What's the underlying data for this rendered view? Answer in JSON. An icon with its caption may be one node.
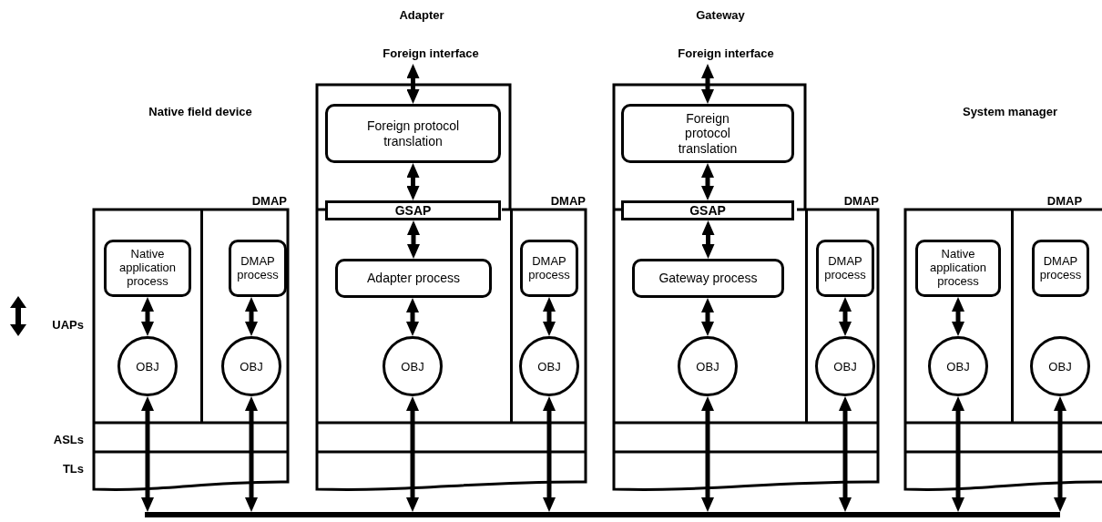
{
  "diagram": {
    "nodes": [
      {
        "text": [
          "Native field device"
        ]
      },
      {
        "text": [
          "Native application process"
        ],
        "in": 0
      },
      {
        "text": [
          "OBJ"
        ],
        "in": 0
      },
      {
        "text": [
          "DMAP"
        ],
        "in": 0
      },
      {
        "text": [
          "DMAP process"
        ],
        "in": 3
      },
      {
        "text": [
          "OBJ"
        ],
        "in": 3
      },
      {
        "text": [
          "Adapter"
        ]
      },
      {
        "text": [
          "Foreign interface"
        ],
        "in": 6
      },
      {
        "text": [
          "Foreign protocol translation"
        ],
        "in": 6
      },
      {
        "text": [
          "GSAP"
        ],
        "in": 6
      },
      {
        "text": [
          "Adapter process"
        ],
        "in": 6
      },
      {
        "text": [
          "OBJ"
        ],
        "in": 6
      },
      {
        "text": [
          "DMAP"
        ],
        "in": 6
      },
      {
        "text": [
          "DMAP process"
        ],
        "in": 12
      },
      {
        "text": [
          "OBJ"
        ],
        "in": 12
      },
      {
        "text": [
          "Gateway"
        ]
      },
      {
        "text": [
          "Foreign interface"
        ],
        "in": 15
      },
      {
        "text": [
          "Foreign protocol translation"
        ],
        "in": 15
      },
      {
        "text": [
          "GSAP"
        ],
        "in": 15
      },
      {
        "text": [
          "Gateway process"
        ],
        "in": 15
      },
      {
        "text": [
          "OBJ"
        ],
        "in": 15
      },
      {
        "text": [
          "DMAP"
        ],
        "in": 15
      },
      {
        "text": [
          "DMAP process"
        ],
        "in": 21
      },
      {
        "text": [
          "OBJ"
        ],
        "in": 21
      },
      {
        "text": [
          "System manager"
        ]
      },
      {
        "text": [
          "Native application process"
        ],
        "in": 24
      },
      {
        "text": [
          "OBJ"
        ],
        "in": 24
      },
      {
        "text": [
          "DMAP"
        ],
        "in": 24
      },
      {
        "text": [
          "DMAP process"
        ],
        "in": 27
      },
      {
        "text": [
          "OBJ"
        ],
        "in": 27
      },
      {
        "text": [],
        "shape": "bar"
      }
    ],
    "edges": [
      {
        "from": 1,
        "to": 2,
        "arrow": "both"
      },
      {
        "from": 4,
        "to": 5,
        "arrow": "both"
      },
      {
        "from": 2,
        "to": 30,
        "arrow": "both"
      },
      {
        "from": 5,
        "to": 30,
        "arrow": "both"
      },
      {
        "from": 7,
        "to": 8,
        "arrow": "both"
      },
      {
        "from": 8,
        "to": 9,
        "arrow": "both"
      },
      {
        "from": 9,
        "to": 10,
        "arrow": "both"
      },
      {
        "from": 10,
        "to": 11,
        "arrow": "both"
      },
      {
        "from": 11,
        "to": 30,
        "arrow": "both"
      },
      {
        "from": 13,
        "to": 14,
        "arrow": "both"
      },
      {
        "from": 14,
        "to": 30,
        "arrow": "both"
      },
      {
        "from": 16,
        "to": 17,
        "arrow": "both"
      },
      {
        "from": 17,
        "to": 18,
        "arrow": "both"
      },
      {
        "from": 18,
        "to": 19,
        "arrow": "both"
      },
      {
        "from": 19,
        "to": 20,
        "arrow": "both"
      },
      {
        "from": 20,
        "to": 30,
        "arrow": "both"
      },
      {
        "from": 22,
        "to": 23,
        "arrow": "both"
      },
      {
        "from": 23,
        "to": 30,
        "arrow": "both"
      },
      {
        "from": 25,
        "to": 26,
        "arrow": "both"
      },
      {
        "from": 26,
        "to": 30,
        "arrow": "both"
      },
      {
        "from": 29,
        "to": 30,
        "arrow": "both"
      }
    ],
    "labels": [
      "UAPs",
      "ASLs",
      "TLs"
    ]
  }
}
